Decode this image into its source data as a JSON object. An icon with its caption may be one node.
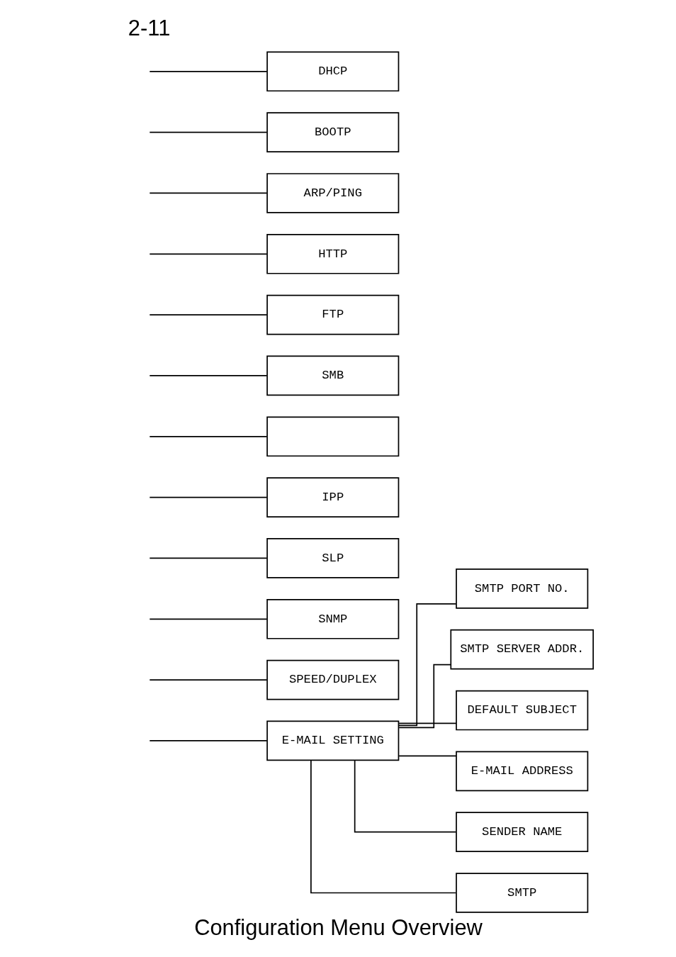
{
  "diagram": {
    "caption": "Configuration Menu Overview",
    "nodes": [
      {
        "text": [
          "DHCP"
        ]
      },
      {
        "text": [
          "BOOTP"
        ]
      },
      {
        "text": [
          "ARP/PING"
        ]
      },
      {
        "text": [
          "HTTP"
        ]
      },
      {
        "text": [
          "FTP"
        ]
      },
      {
        "text": [
          "SMB"
        ]
      },
      {
        "text": [],
        "shape": "box"
      },
      {
        "text": [
          "IPP"
        ]
      },
      {
        "text": [
          "SLP"
        ]
      },
      {
        "text": [
          "SNMP"
        ]
      },
      {
        "text": [
          "SPEED/DUPLEX"
        ]
      },
      {
        "text": [
          "E-MAIL SETTING"
        ]
      },
      {
        "text": [
          "SMTP"
        ]
      },
      {
        "text": [
          "SENDER NAME"
        ]
      },
      {
        "text": [
          "E-MAIL ADDRESS"
        ]
      },
      {
        "text": [
          "DEFAULT SUBJECT"
        ]
      },
      {
        "text": [
          "SMTP SERVER ADDR."
        ]
      },
      {
        "text": [
          "SMTP PORT NO."
        ]
      }
    ],
    "edges": [
      {
        "from": null,
        "to": 0,
        "arrow": "none"
      },
      {
        "from": null,
        "to": 1,
        "arrow": "none"
      },
      {
        "from": null,
        "to": 2,
        "arrow": "none"
      },
      {
        "from": null,
        "to": 3,
        "arrow": "none"
      },
      {
        "from": null,
        "to": 4,
        "arrow": "none"
      },
      {
        "from": null,
        "to": 5,
        "arrow": "none"
      },
      {
        "from": null,
        "to": 6,
        "arrow": "none"
      },
      {
        "from": null,
        "to": 7,
        "arrow": "none"
      },
      {
        "from": null,
        "to": 8,
        "arrow": "none"
      },
      {
        "from": null,
        "to": 9,
        "arrow": "none"
      },
      {
        "from": null,
        "to": 10,
        "arrow": "none"
      },
      {
        "from": null,
        "to": 11,
        "arrow": "none"
      },
      {
        "from": 11,
        "to": 12,
        "arrow": "none"
      },
      {
        "from": 11,
        "to": 13,
        "arrow": "none"
      },
      {
        "from": 11,
        "to": 14,
        "arrow": "none"
      },
      {
        "from": 11,
        "to": 15,
        "arrow": "none"
      },
      {
        "from": 11,
        "to": 16,
        "arrow": "none"
      },
      {
        "from": 11,
        "to": 17,
        "arrow": "none"
      }
    ],
    "labels": [
      "2-11"
    ]
  }
}
